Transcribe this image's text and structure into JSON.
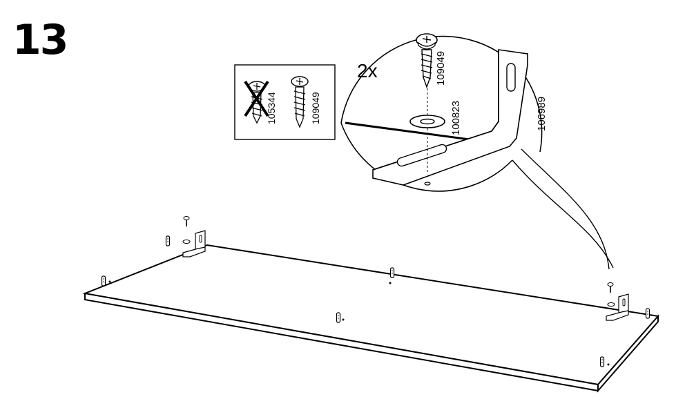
{
  "step": {
    "number": "13"
  },
  "compare_box": {
    "wrong_part": {
      "code": "105344",
      "state": "crossed-out"
    },
    "right_part": {
      "code": "109049"
    }
  },
  "detail": {
    "quantity": "2x",
    "screw_code": "109049",
    "washer_code": "100823",
    "bracket_code": "106989"
  },
  "icons": [
    "screw-icon",
    "washer-icon",
    "bracket-icon",
    "dowel-icon",
    "cross-icon"
  ]
}
